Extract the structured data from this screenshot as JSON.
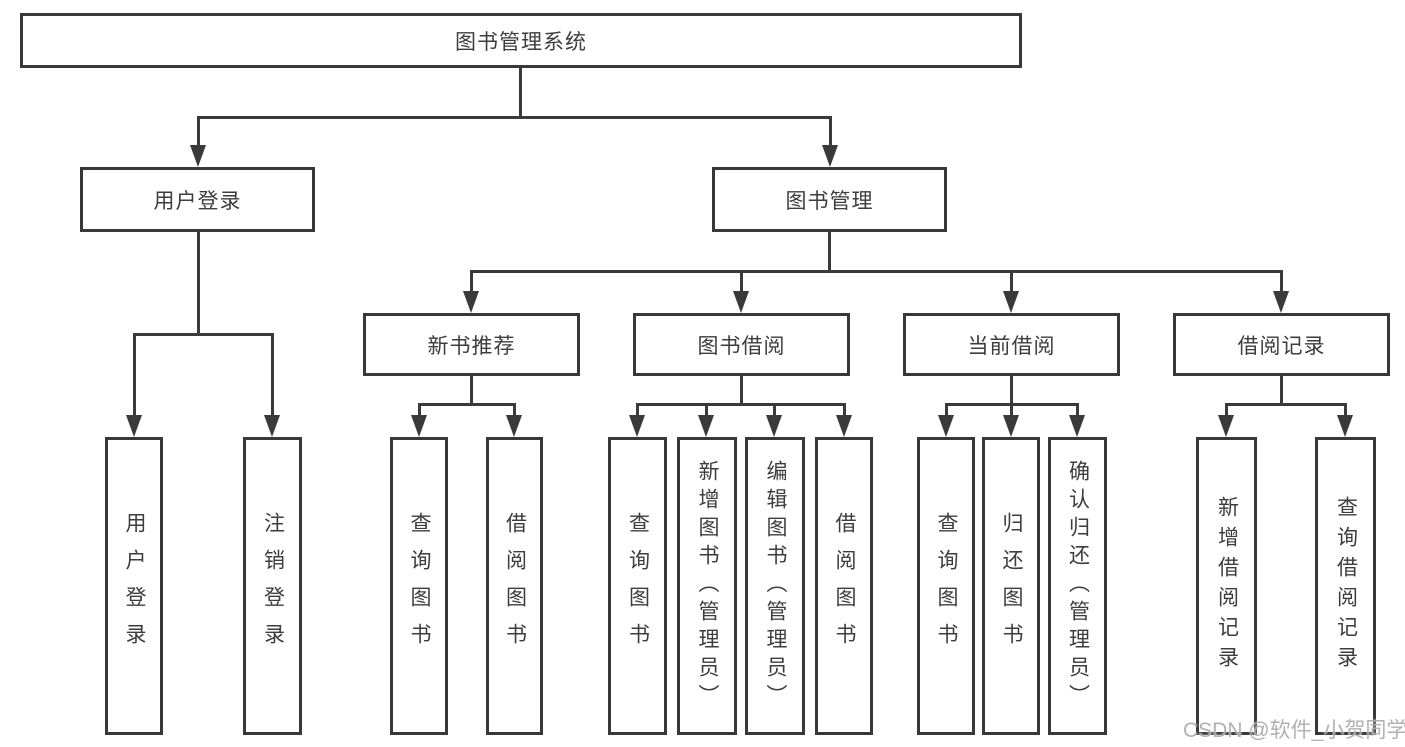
{
  "root": {
    "label": "图书管理系统"
  },
  "level2": [
    {
      "label": "用户登录"
    },
    {
      "label": "图书管理"
    }
  ],
  "level3": [
    {
      "label": "新书推荐"
    },
    {
      "label": "图书借阅"
    },
    {
      "label": "当前借阅"
    },
    {
      "label": "借阅记录"
    }
  ],
  "leaves": [
    {
      "label": "用户登录"
    },
    {
      "label": "注销登录"
    },
    {
      "label": "查询图书"
    },
    {
      "label": "借阅图书"
    },
    {
      "label": "查询图书"
    },
    {
      "label": "新增图书（管理员）"
    },
    {
      "label": "编辑图书（管理员）"
    },
    {
      "label": "借阅图书"
    },
    {
      "label": "查询图书"
    },
    {
      "label": "归还图书"
    },
    {
      "label": "确认归还（管理员）"
    },
    {
      "label": "新增借阅记录"
    },
    {
      "label": "查询借阅记录"
    }
  ],
  "watermark": "CSDN @软件_小贺同学",
  "colors": {
    "line": "#3a3a3a",
    "box_border": "#383838",
    "text": "#3d3d3d",
    "background": "#ffffff",
    "watermark": "#a8a8a8"
  }
}
